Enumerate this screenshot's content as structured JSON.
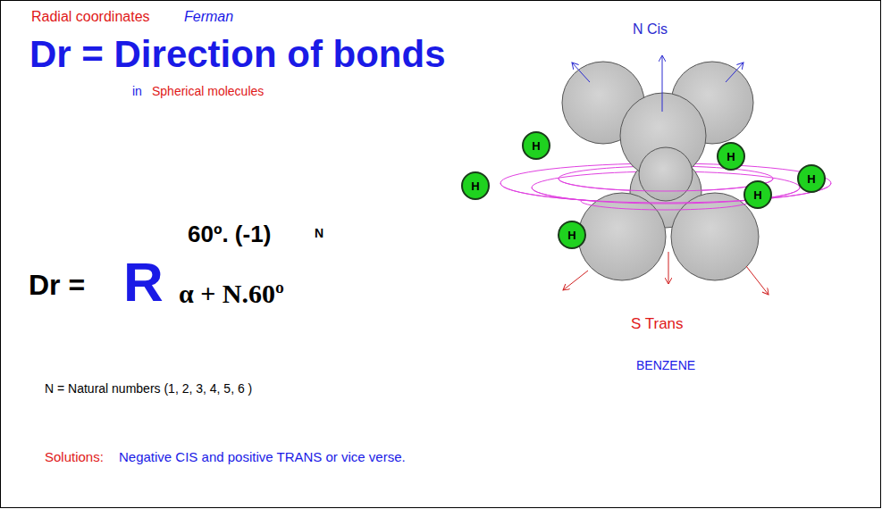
{
  "diagram": {
    "title": "Dr = Direction of bonds",
    "nodes": [
      {
        "text": [
          "H"
        ]
      },
      {
        "text": [
          "H"
        ]
      },
      {
        "text": [
          "H"
        ]
      },
      {
        "text": [
          "H"
        ]
      },
      {
        "text": [
          "H"
        ]
      },
      {
        "text": [
          "H"
        ]
      }
    ],
    "labels": [
      "Radial coordinates",
      "Ferman",
      "in",
      "Spherical molecules",
      "Dr =",
      "R",
      "60º. (-1)",
      "N",
      "α + N.60º",
      "N = Natural numbers (1, 2, 3, 4, 5, 6 )",
      "Solutions:",
      "Negative CIS and positive TRANS or vice verse.",
      "N Cis",
      "S Trans",
      "BENZENE"
    ]
  }
}
